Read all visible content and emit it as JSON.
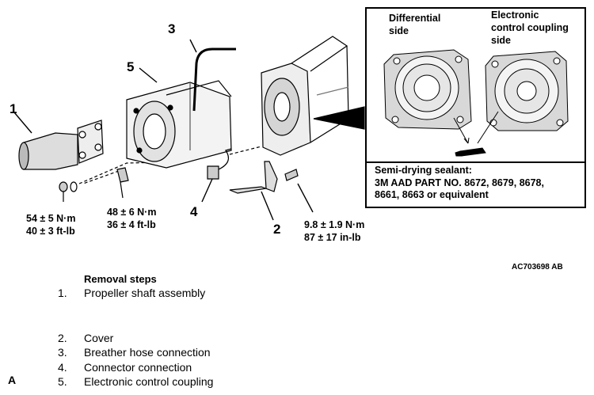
{
  "callouts": {
    "c1": "1",
    "c2": "2",
    "c3": "3",
    "c4": "4",
    "c5": "5"
  },
  "torques": {
    "t1": {
      "line1": "54 ± 5 N·m",
      "line2": "40 ± 3 ft-lb"
    },
    "t2": {
      "line1": "48 ± 6 N·m",
      "line2": "36 ± 4 ft-lb"
    },
    "t3": {
      "line1": "9.8 ± 1.9 N·m",
      "line2": "87 ± 17 in-lb"
    }
  },
  "inset": {
    "left_label": {
      "line1": "Differential",
      "line2": "side"
    },
    "right_label": {
      "line1": "Electronic",
      "line2": "control coupling",
      "line3": "side"
    },
    "note": {
      "line1": "Semi-drying sealant:",
      "line2": "3M AAD PART NO. 8672, 8679, 8678,",
      "line3": "8661, 8663 or equivalent"
    }
  },
  "figure_id": "AC703698 AB",
  "removal": {
    "title": "Removal steps",
    "steps": [
      {
        "num": "1.",
        "label": "Propeller shaft assembly"
      },
      {
        "num": "2.",
        "label": "Cover"
      },
      {
        "num": "3.",
        "label": "Breather hose connection"
      },
      {
        "num": "4.",
        "label": "Connector connection"
      },
      {
        "num": "5.",
        "label": "Electronic control coupling"
      }
    ]
  },
  "side_marker": "A"
}
